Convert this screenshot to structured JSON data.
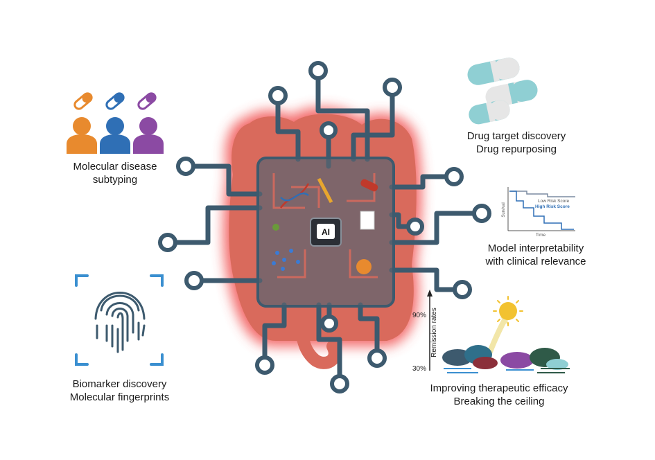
{
  "labels": {
    "subtyping": [
      "Molecular disease",
      "subtyping"
    ],
    "drug": [
      "Drug target discovery",
      "Drug repurposing"
    ],
    "interpret": [
      "Model interpretability",
      "with clinical relevance"
    ],
    "biomarker": [
      "Biomarker discovery",
      "Molecular fingerprints"
    ],
    "efficacy": [
      "Improving therapeutic efficacy",
      "Breaking the ceiling"
    ]
  },
  "center_chip": "AI",
  "survival_plot": {
    "low_label": "Low Risk Score",
    "high_label": "High Risk Score",
    "ylabel": "Survival",
    "xlabel": "Time"
  },
  "remission": {
    "axis_label": "Remission rates",
    "top": "90%",
    "bottom": "30%"
  },
  "colors": {
    "circuit": "#3d5a6e",
    "chip": "#5a6470",
    "glow": "#f04444",
    "intestine": "#d96a5c",
    "orange": "#e88a2e",
    "blue": "#2f6fb5",
    "purple": "#8b4aa3",
    "pill_teal": "#8fcfd3",
    "sun": "#f2c230"
  }
}
